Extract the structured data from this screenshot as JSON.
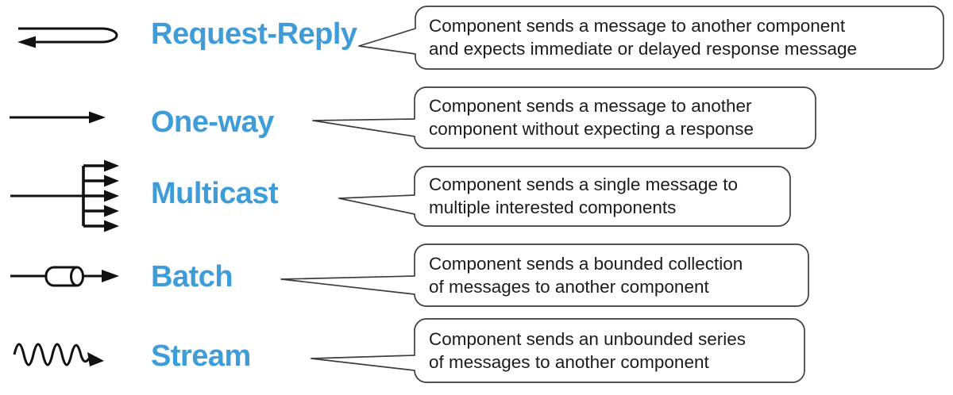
{
  "colors": {
    "label_blue": "#3E9CD9",
    "stroke_black": "#111111",
    "bubble_border": "#3D3D3D",
    "text_dark": "#1C1C1C"
  },
  "patterns": [
    {
      "name": "Request-Reply",
      "icon": "request-reply-loopback-arrow-icon",
      "desc_line1": "Component sends a message to another component",
      "desc_line2": "and expects immediate or delayed response message"
    },
    {
      "name": "One-way",
      "icon": "one-way-arrow-icon",
      "desc_line1": "Component sends a message to another",
      "desc_line2": "component without expecting a response"
    },
    {
      "name": "Multicast",
      "icon": "multicast-fanout-arrows-icon",
      "desc_line1": "Component sends a single message to",
      "desc_line2": "multiple interested components"
    },
    {
      "name": "Batch",
      "icon": "batch-cylinder-arrow-icon",
      "desc_line1": "Component sends a bounded collection",
      "desc_line2": "of messages to another component"
    },
    {
      "name": "Stream",
      "icon": "stream-wave-arrow-icon",
      "desc_line1": "Component sends an unbounded series",
      "desc_line2": "of messages to another component"
    }
  ]
}
